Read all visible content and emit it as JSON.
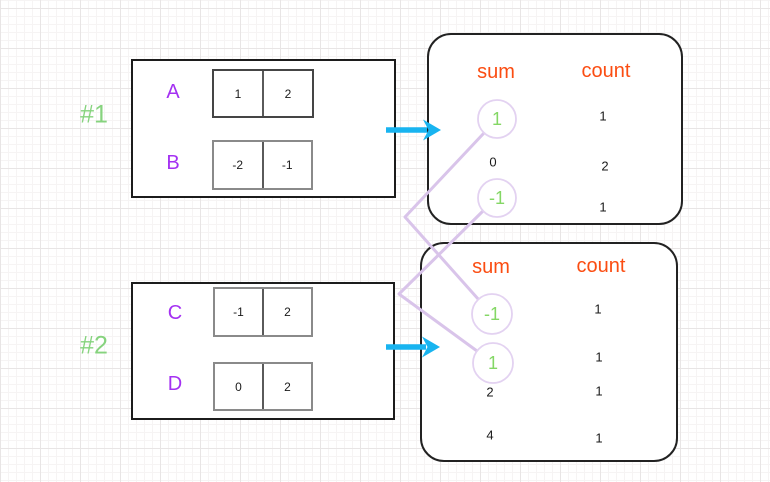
{
  "colors": {
    "group_label_green": "#86d37e",
    "circled_sum_green": "#84d765",
    "array_letter_purple": "#a431f2",
    "header_orange": "#fb4d12",
    "arrow_cyan": "#18b4f0",
    "connector_lavender": "#d9c4ea",
    "highlight_ring_lavender": "#e3d2f1",
    "box_border_black": "#222222",
    "cell_border_gray": "#8a8a8a"
  },
  "icons": {
    "flow_arrow": "arrow-right-icon",
    "highlight_ring": "circle-outline-icon"
  },
  "groups": [
    {
      "label": "#1",
      "arrays": [
        {
          "name": "A",
          "cells": [
            "1",
            "2"
          ]
        },
        {
          "name": "B",
          "cells": [
            "-2",
            "-1"
          ]
        }
      ],
      "results": {
        "sum_header": "sum",
        "count_header": "count",
        "rows": [
          {
            "sum": "1",
            "count": "1",
            "highlighted": true
          },
          {
            "sum": "0",
            "count": "2",
            "highlighted": false
          },
          {
            "sum": "-1",
            "count": "1",
            "highlighted": true
          }
        ]
      }
    },
    {
      "label": "#2",
      "arrays": [
        {
          "name": "C",
          "cells": [
            "-1",
            "2"
          ]
        },
        {
          "name": "D",
          "cells": [
            "0",
            "2"
          ]
        }
      ],
      "results": {
        "sum_header": "sum",
        "count_header": "count",
        "rows": [
          {
            "sum": "-1",
            "count": "1",
            "highlighted": true
          },
          {
            "sum": "1",
            "count": "1",
            "highlighted": true
          },
          {
            "sum": "2",
            "count": "1",
            "highlighted": false
          },
          {
            "sum": "4",
            "count": "1",
            "highlighted": false
          }
        ]
      }
    }
  ],
  "connections": [
    {
      "from_group": "#1",
      "from_sum": "1",
      "to_group": "#2",
      "to_sum": "-1"
    },
    {
      "from_group": "#1",
      "from_sum": "-1",
      "to_group": "#2",
      "to_sum": "1"
    }
  ]
}
